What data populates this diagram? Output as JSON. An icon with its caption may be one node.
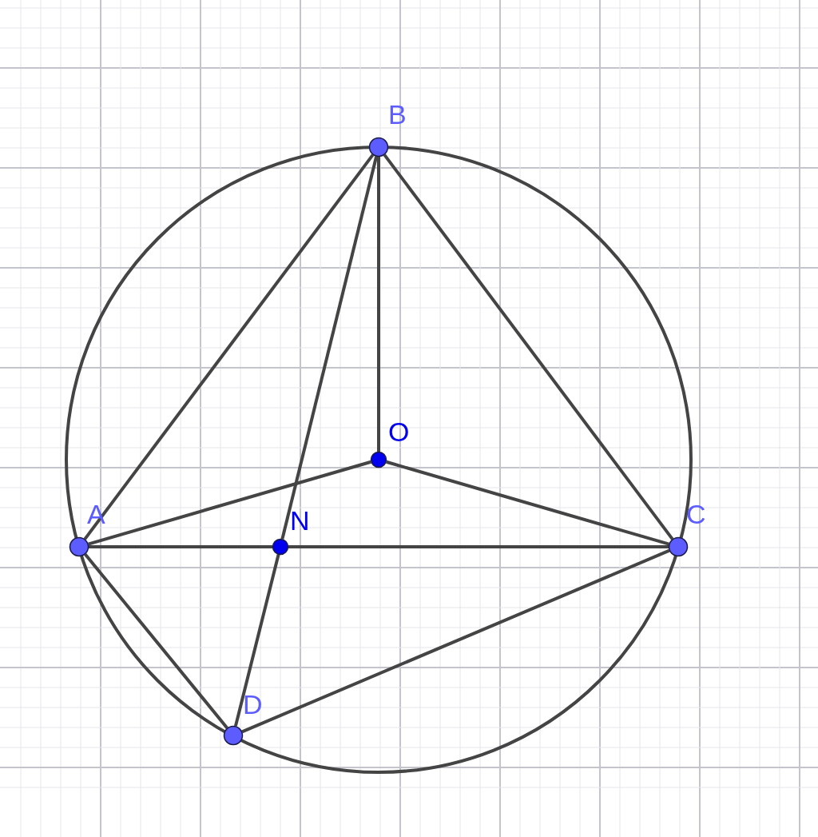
{
  "diagram": {
    "nodes": [
      {
        "text": [
          "A"
        ]
      },
      {
        "text": [
          "B"
        ]
      },
      {
        "text": [
          "C"
        ]
      },
      {
        "text": [
          "D"
        ]
      },
      {
        "text": [
          "N"
        ]
      },
      {
        "text": [
          "O"
        ]
      }
    ],
    "edges": [
      {
        "from": 0,
        "to": 1,
        "arrow": "none"
      },
      {
        "from": 1,
        "to": 2,
        "arrow": "none"
      },
      {
        "from": 1,
        "to": 5,
        "arrow": "none"
      },
      {
        "from": 1,
        "to": 4,
        "arrow": "none"
      },
      {
        "from": 4,
        "to": 3,
        "arrow": "none"
      },
      {
        "from": 0,
        "to": 5,
        "arrow": "none"
      },
      {
        "from": 5,
        "to": 2,
        "arrow": "none"
      },
      {
        "from": 0,
        "to": 4,
        "arrow": "none"
      },
      {
        "from": 4,
        "to": 2,
        "arrow": "none"
      },
      {
        "from": 0,
        "to": 3,
        "arrow": "none"
      },
      {
        "from": 3,
        "to": 2,
        "arrow": "none"
      }
    ]
  }
}
